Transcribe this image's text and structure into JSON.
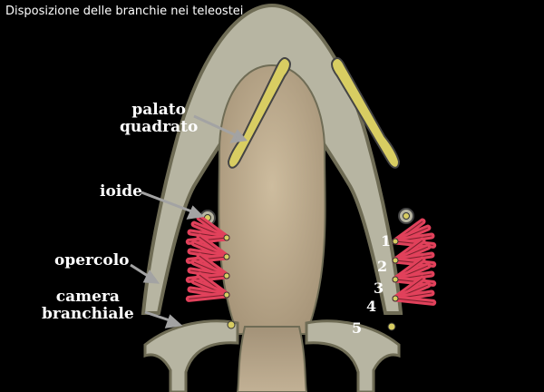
{
  "title": "Disposizione delle branchie nei teleostei",
  "labels": {
    "palato_line1": "palato",
    "palato_line2": "quadrato",
    "ioide": "ioide",
    "opercolo": "opercolo",
    "camera_line1": "camera",
    "camera_line2": "branchiale"
  },
  "arch_numbers": [
    "1",
    "2",
    "3",
    "4",
    "5"
  ],
  "colors": {
    "background": "#000000",
    "head_tissue": "#b7b5a2",
    "head_outline": "#6f6c55",
    "mouth_cavity": "#c4b295",
    "cartilage": "#d8cd62",
    "gill_filaments": "#e1415b",
    "arrow": "#a3a3a3",
    "text": "#ffffff"
  }
}
